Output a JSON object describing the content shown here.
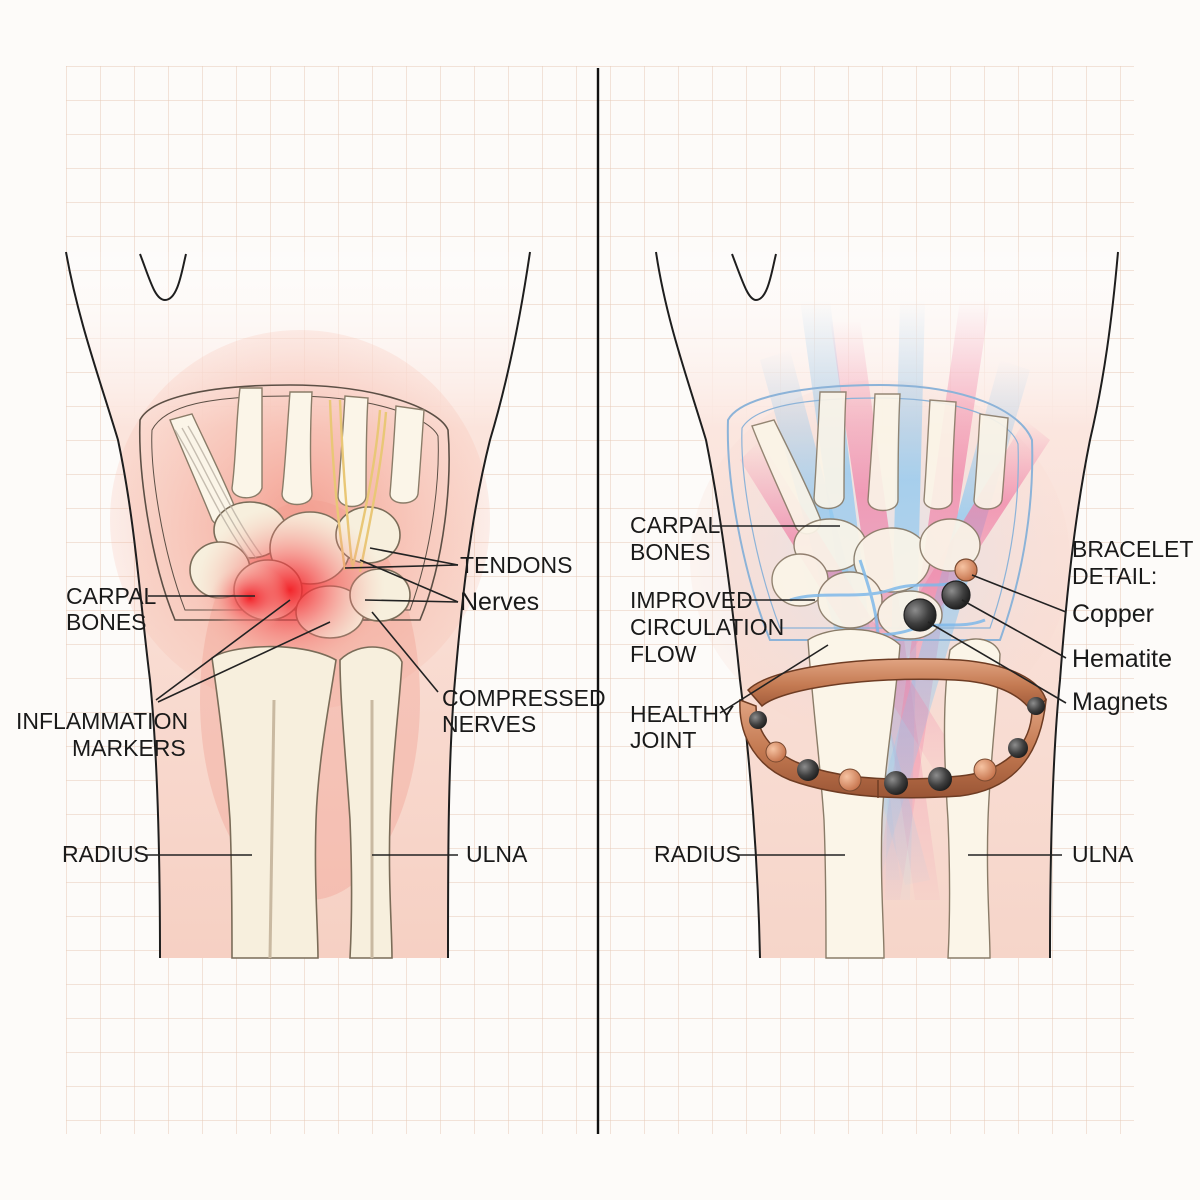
{
  "colors": {
    "grid_line": "#e7c9b6",
    "paper": "#fcf9f6",
    "skin": "#f6d2c6",
    "inflammation": "#f2222a",
    "circulation_blue": "#8ec8f0",
    "circulation_pink": "#f07ca4",
    "copper": "#c8805a",
    "magnet": "#3a3a3a",
    "divider": "#111111"
  },
  "left_panel": {
    "labels": {
      "carpal_line1": "CARPAL",
      "carpal_line2": "BONES",
      "tendons": "TENDONS",
      "nerves": "Nerves",
      "inflammation_line1": "INFLAMMATION",
      "inflammation_line2": "MARKERS",
      "compressed_line1": "COMPRESSED",
      "compressed_line2": "NERVES",
      "radius": "RADIUS",
      "ulna": "ULNA"
    }
  },
  "right_panel": {
    "labels": {
      "carpal_line1": "CARPAL",
      "carpal_line2": "BONES",
      "improved_line1": "IMPROVED",
      "improved_line2": "CIRCULATION",
      "improved_line3": "FLOW",
      "healthy_line1": "HEALTHY",
      "healthy_line2": "JOINT",
      "bracelet_line1": "BRACELET",
      "bracelet_line2": "DETAIL:",
      "copper": "Copper",
      "hematite": "Hematite",
      "magnets": "Magnets",
      "radius": "RADIUS",
      "ulna": "ULNA"
    }
  }
}
